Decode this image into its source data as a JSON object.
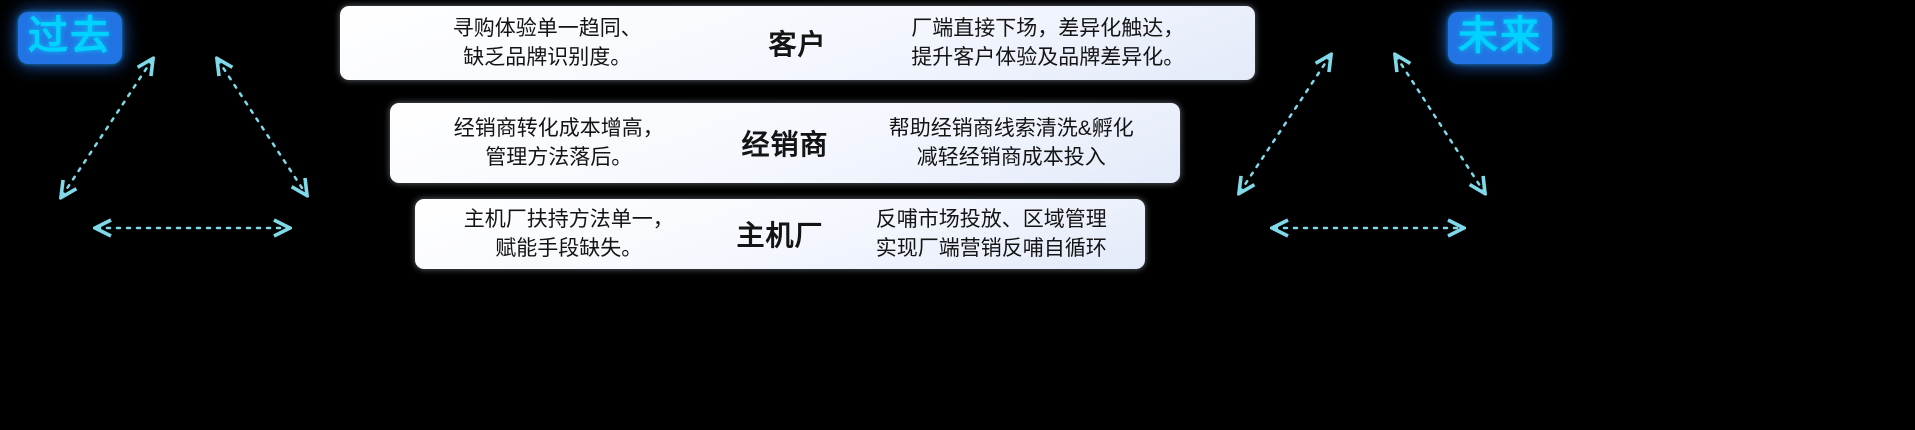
{
  "colors": {
    "arrow": "#7fd9e8",
    "label-bg": "#2273e3",
    "label-text": "#00d2ff",
    "box-text": "#141414"
  },
  "timeline": {
    "past_label": "过去",
    "future_label": "未来"
  },
  "rows": [
    {
      "left": "寻购体验单一趋同、\n缺乏品牌识别度。",
      "center": "客户",
      "right": "厂端直接下场，差异化触达，\n提升客户体验及品牌差异化。"
    },
    {
      "left": "经销商转化成本增高，\n管理方法落后。",
      "center": "经销商",
      "right": "帮助经销商线索清洗&孵化\n减轻经销商成本投入"
    },
    {
      "left": "主机厂扶持方法单一，\n赋能手段缺失。",
      "center": "主机厂",
      "right": "反哺市场投放、区域管理\n实现厂端营销反哺自循环"
    }
  ]
}
